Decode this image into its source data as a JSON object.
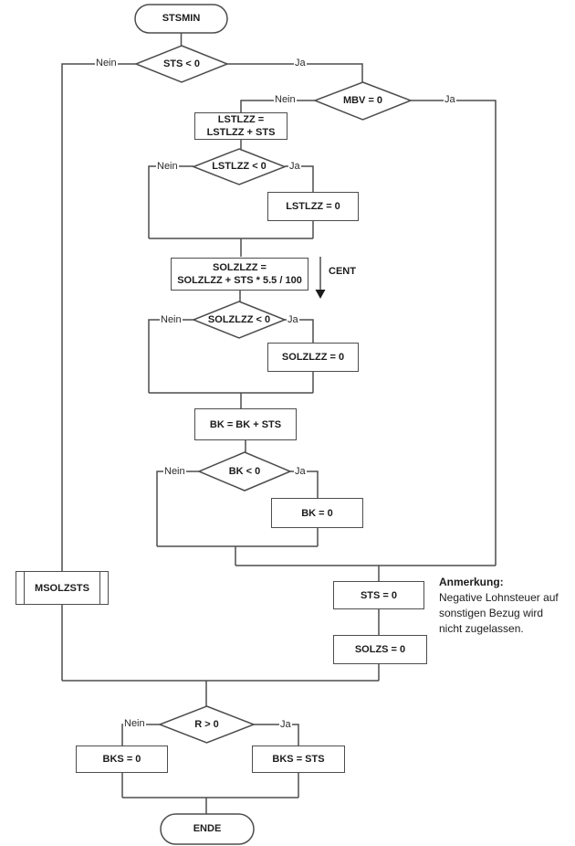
{
  "colors": {
    "line": "#4d4d4d",
    "text": "#1c1c1c",
    "background": "#ffffff"
  },
  "nodes": {
    "start": {
      "label": "STSMIN"
    },
    "d_sts": {
      "label": "STS < 0"
    },
    "d_mbv": {
      "label": "MBV = 0"
    },
    "p_lstlzz_add": {
      "line1": "LSTLZZ =",
      "line2": "LSTLZZ + STS"
    },
    "d_lstlzz": {
      "label": "LSTLZZ < 0"
    },
    "p_lstlzz_zero": {
      "label": "LSTLZZ = 0"
    },
    "p_solzlzz_add": {
      "line1": "SOLZLZZ =",
      "line2": "SOLZLZZ + STS * 5.5 / 100"
    },
    "cent": {
      "label": "CENT"
    },
    "d_solzlzz": {
      "label": "SOLZLZZ < 0"
    },
    "p_solzlzz_zero": {
      "label": "SOLZLZZ = 0"
    },
    "p_bk_add": {
      "label": "BK = BK + STS"
    },
    "d_bk": {
      "label": "BK < 0"
    },
    "p_bk_zero": {
      "label": "BK = 0"
    },
    "sub_msolzsts": {
      "label": "MSOLZSTS"
    },
    "p_sts_zero": {
      "label": "STS = 0"
    },
    "p_solzs_zero": {
      "label": "SOLZS = 0"
    },
    "d_r": {
      "label": "R > 0"
    },
    "p_bks_zero": {
      "label": "BKS = 0"
    },
    "p_bks_sts": {
      "label": "BKS = STS"
    },
    "end": {
      "label": "ENDE"
    }
  },
  "edge_labels": {
    "yes": "Ja",
    "no": "Nein"
  },
  "annotation": {
    "heading": "Anmerkung:",
    "line1": "Negative Lohnsteuer auf",
    "line2": "sonstigen Bezug wird",
    "line3": "nicht zugelassen."
  }
}
